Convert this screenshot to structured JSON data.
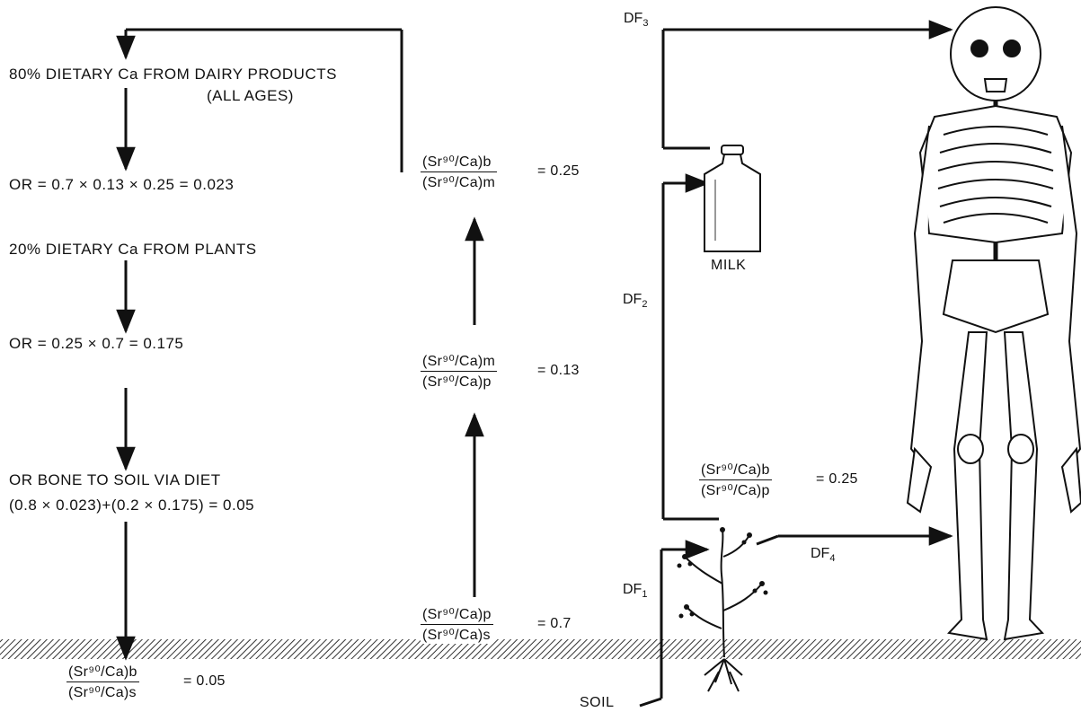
{
  "left_chain": {
    "dairy_title": "80% DIETARY Ca FROM DAIRY PRODUCTS",
    "dairy_sub": "(ALL AGES)",
    "or_dairy": "OR = 0.7 × 0.13 × 0.25 = 0.023",
    "plants_title": "20% DIETARY Ca FROM PLANTS",
    "or_plants": "OR = 0.25 × 0.7 = 0.175",
    "or_diet_title": "OR BONE TO SOIL VIA DIET",
    "or_diet_formula": "(0.8 × 0.023)+(0.2 × 0.175) = 0.05",
    "bone_soil": {
      "num": "(Sr⁹⁰/Ca)b",
      "den": "(Sr⁹⁰/Ca)s",
      "value": "= 0.05"
    }
  },
  "middle_chain": {
    "bone_milk": {
      "num": "(Sr⁹⁰/Ca)b",
      "den": "(Sr⁹⁰/Ca)m",
      "value": "= 0.25"
    },
    "milk_plant": {
      "num": "(Sr⁹⁰/Ca)m",
      "den": "(Sr⁹⁰/Ca)p",
      "value": "= 0.13"
    },
    "plant_soil": {
      "num": "(Sr⁹⁰/Ca)p",
      "den": "(Sr⁹⁰/Ca)s",
      "value": "= 0.7"
    }
  },
  "right_diagram": {
    "df3": {
      "base": "DF",
      "sub": "3"
    },
    "df2": {
      "base": "DF",
      "sub": "2"
    },
    "df1": {
      "base": "DF",
      "sub": "1"
    },
    "df4": {
      "base": "DF",
      "sub": "4"
    },
    "milk_label": "MILK",
    "soil_label": "SOIL",
    "bone_plant": {
      "num": "(Sr⁹⁰/Ca)b",
      "den": "(Sr⁹⁰/Ca)p",
      "value": "= 0.25"
    }
  }
}
